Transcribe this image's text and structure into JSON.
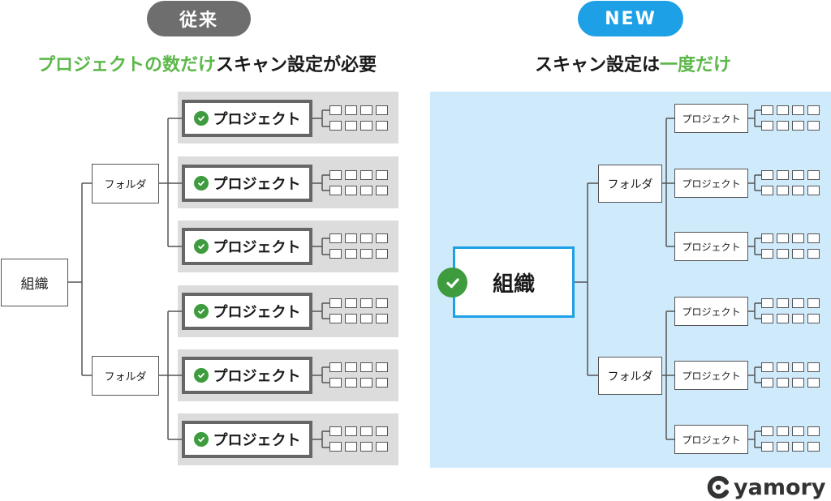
{
  "left": {
    "badge": "従来",
    "heading_green": "プロジェクトの数だけ",
    "heading_black": "スキャン設定が必要",
    "org": "組織",
    "folder": "フォルダ",
    "project": "プロジェクト"
  },
  "right": {
    "badge": "NEW",
    "heading_black": "スキャン設定は",
    "heading_green": "一度だけ",
    "org": "組織",
    "folder": "フォルダ",
    "project": "プロジェクト"
  },
  "logo": {
    "text": "yamory"
  },
  "colors": {
    "green_accent": "#5cb84a",
    "check_green": "#3e9c3e",
    "new_blue": "#1ea0e6",
    "old_gray": "#6e6e6e",
    "panel_blue": "#cfeafb",
    "band_gray": "#dcdcdc"
  },
  "icons": [
    "check-icon",
    "yamory-logo-icon"
  ]
}
